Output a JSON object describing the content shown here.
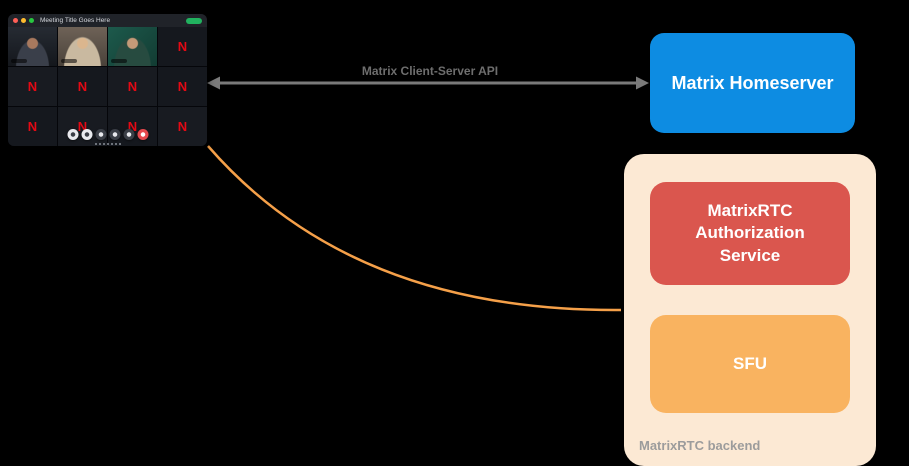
{
  "colors": {
    "background": "#000000",
    "arrow": "#7a7a7a",
    "api_label_text": "#6e6e6e",
    "homeserver_fill": "#0d8ce2",
    "backend_fill": "#fce9d4",
    "auth_fill": "#da564e",
    "sfu_fill": "#f9b360",
    "curve": "#f5a049",
    "backend_label_text": "#9c9c9c",
    "avatar_red": "#e50914"
  },
  "call_window": {
    "title": "Meeting Title Goes Here",
    "avatar_letter": "N"
  },
  "diagram": {
    "api_label": "Matrix Client-Server API",
    "homeserver_label": "Matrix Homeserver",
    "auth_service_label": "MatrixRTC Authorization Service",
    "sfu_label": "SFU",
    "backend_label": "MatrixRTC backend"
  }
}
